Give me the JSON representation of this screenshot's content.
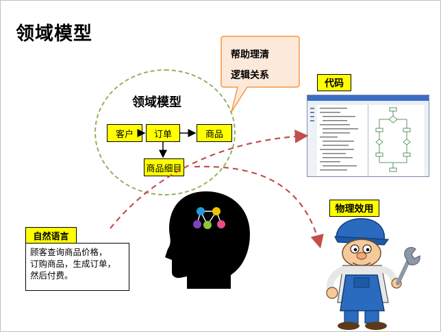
{
  "title": "领域模型",
  "domain_model": {
    "label": "领域模型",
    "nodes": {
      "customer": "客户",
      "order": "订单",
      "product": "商品",
      "product_detail": "商品细目"
    }
  },
  "callout": {
    "line1": "帮助理清",
    "line2": "逻辑关系"
  },
  "code_label": "代码",
  "physical_label": "物理效用",
  "natural_language": {
    "title": "自然语言",
    "lines": [
      "顾客查询商品价格，",
      "订购商品，生成订单，",
      "然后付费。"
    ]
  },
  "colors": {
    "highlight": "#ffff00",
    "ellipse_dash": "#8fb35b",
    "arrow_dashed": "#c0504d",
    "callout_fill": "#fde9d9",
    "callout_border": "#f79646",
    "brain_nodes": [
      "#1f9bde",
      "#f2c200",
      "#7f3fbf",
      "#8cc63f",
      "#e84c8b",
      "#ffffff"
    ]
  },
  "icons": [
    "head-icon",
    "worker-icon",
    "code-screenshot-icon"
  ]
}
